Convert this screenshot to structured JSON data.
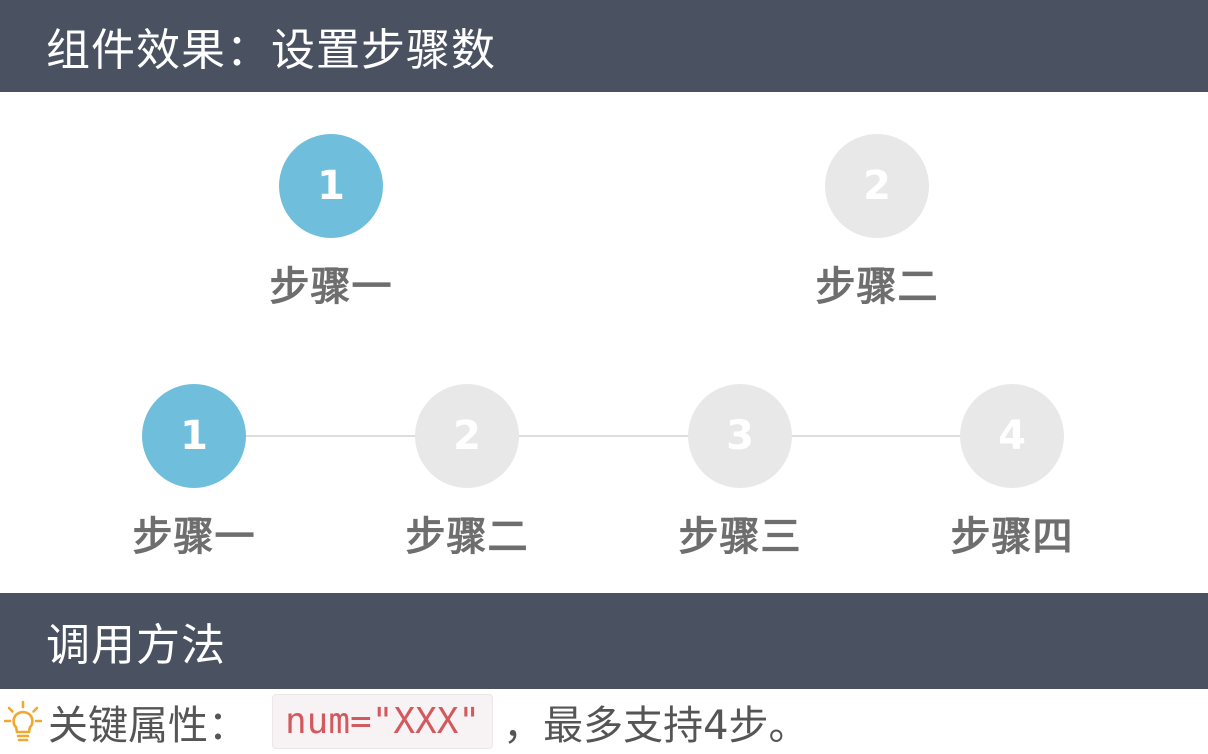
{
  "header": {
    "title": "组件效果：设置步骤数"
  },
  "two_steps": {
    "steps": [
      {
        "number": "1",
        "label": "步骤一",
        "state": "active"
      },
      {
        "number": "2",
        "label": "步骤二",
        "state": "inactive"
      }
    ]
  },
  "four_steps": {
    "steps": [
      {
        "number": "1",
        "label": "步骤一",
        "state": "active"
      },
      {
        "number": "2",
        "label": "步骤二",
        "state": "inactive"
      },
      {
        "number": "3",
        "label": "步骤三",
        "state": "inactive"
      },
      {
        "number": "4",
        "label": "步骤四",
        "state": "inactive"
      }
    ]
  },
  "usage": {
    "title": "调用方法"
  },
  "info": {
    "prefix": "关键属性：",
    "code": "num=\"XXX\"",
    "suffix": "，最多支持4步。"
  },
  "colors": {
    "header_bg": "#4a5160",
    "active": "#6fbfdc",
    "inactive": "#e8e8e8",
    "label": "#6e6e6e",
    "code_text": "#d25a5f",
    "bulb_icon": "#f0a830"
  },
  "icons": {
    "info_icon": "lightbulb-icon"
  }
}
